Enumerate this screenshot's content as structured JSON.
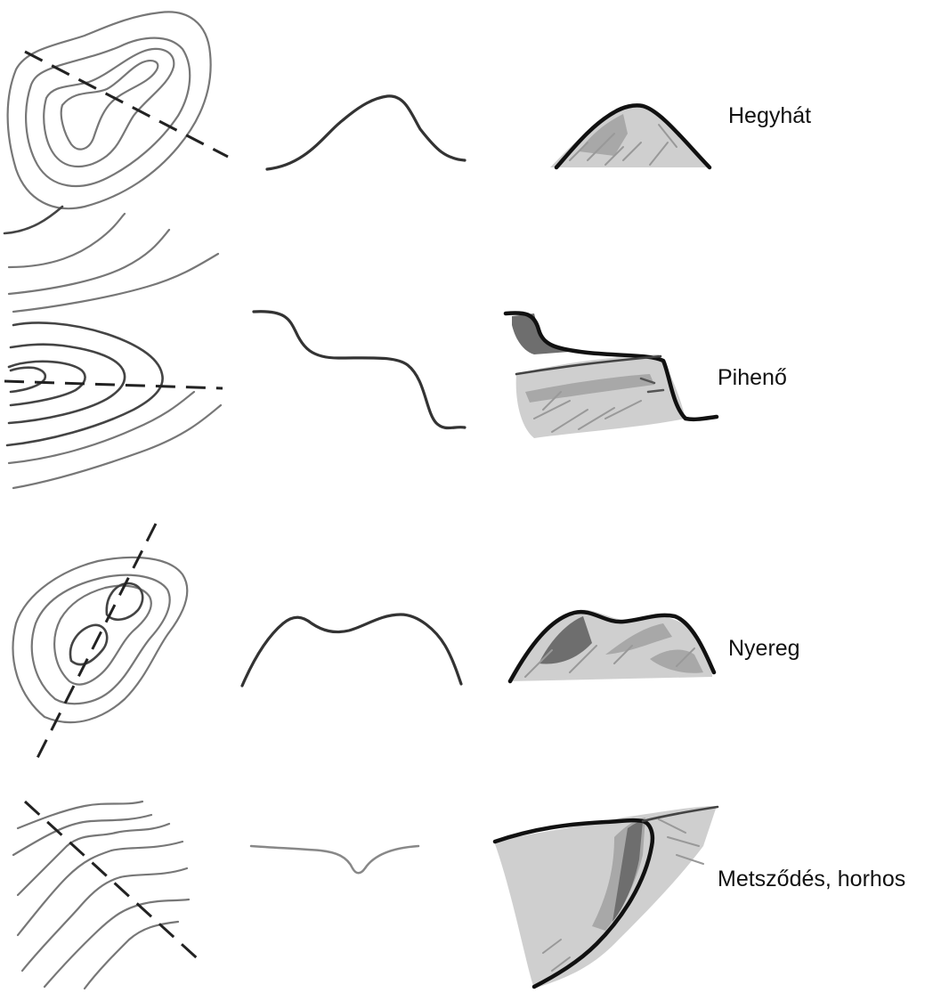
{
  "rows": [
    {
      "id": "hegyhat",
      "label": "Hegyhát"
    },
    {
      "id": "piheno",
      "label": "Pihenő"
    },
    {
      "id": "nyereg",
      "label": "Nyereg"
    },
    {
      "id": "metszodes",
      "label": "Metsződés, horhos"
    }
  ]
}
